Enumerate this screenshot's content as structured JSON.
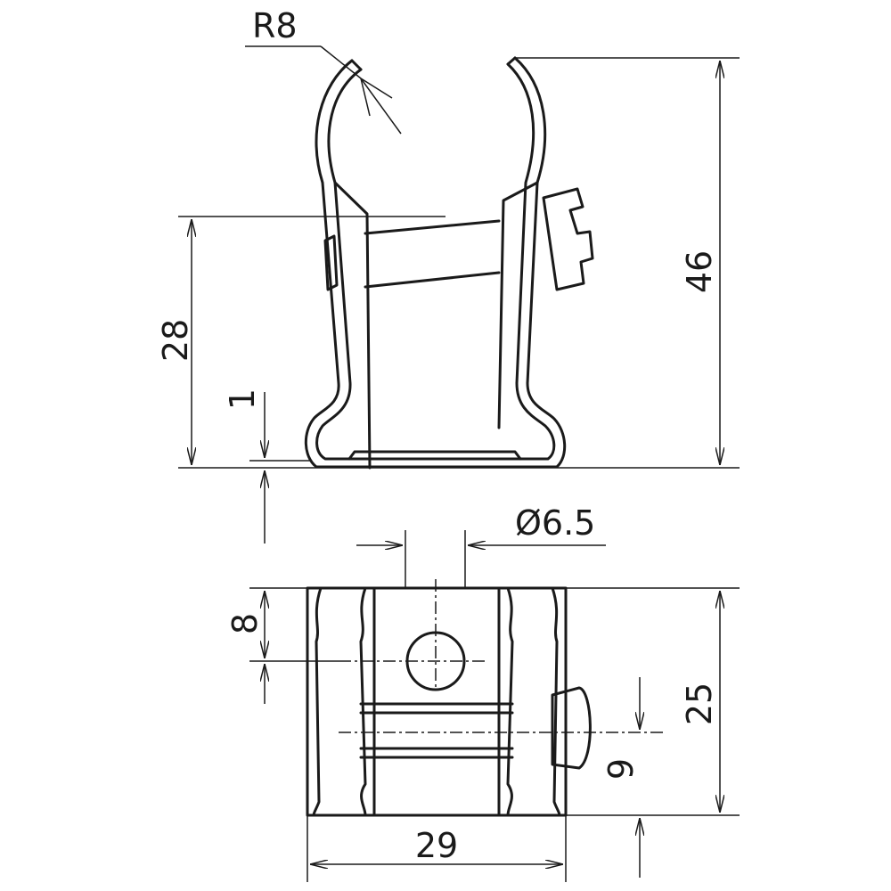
{
  "drawing": {
    "title": "Pipe clamp technical drawing",
    "dimensions": {
      "radius": "R8",
      "overall_height": "46",
      "screw_height": "28",
      "base_thickness": "1",
      "hole_diameter": "Ø6.5",
      "hole_offset": "8",
      "depth": "25",
      "screw_offset": "9",
      "width": "29"
    },
    "colors": {
      "line": "#1a1a1a",
      "background": "#ffffff"
    }
  }
}
